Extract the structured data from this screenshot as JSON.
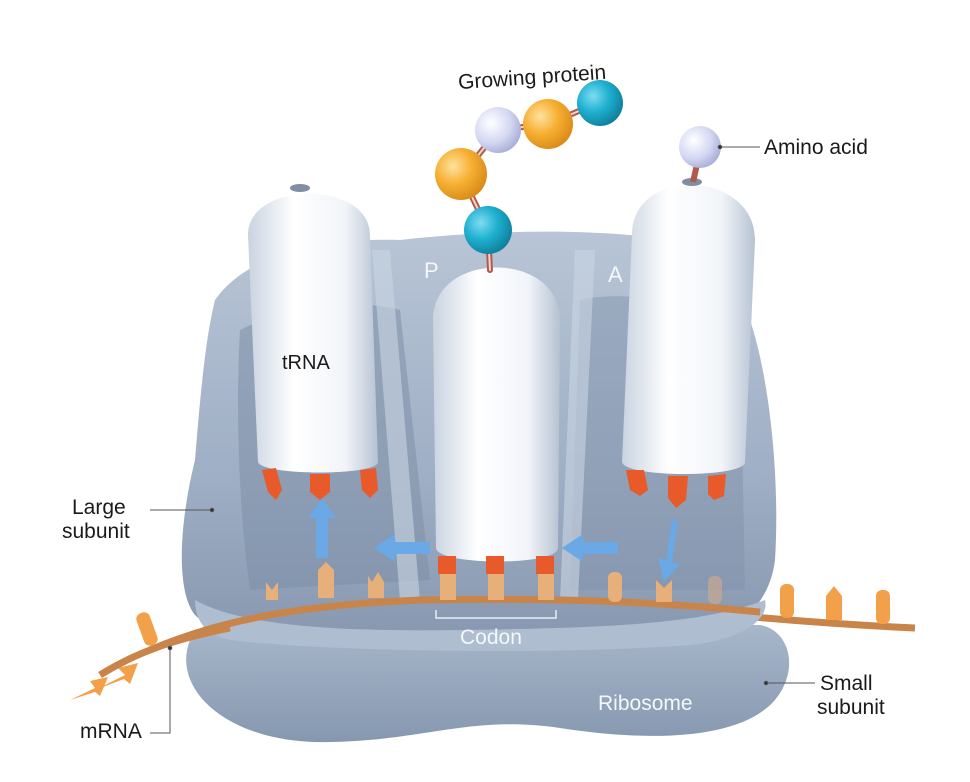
{
  "labels": {
    "growing_protein": "Growing protein",
    "amino_acid": "Amino acid",
    "trna": "tRNA",
    "site_p": "P",
    "site_a": "A",
    "large_subunit_line1": "Large",
    "large_subunit_line2": "subunit",
    "small_subunit_line1": "Small",
    "small_subunit_line2": "subunit",
    "codon": "Codon",
    "ribosome": "Ribosome",
    "mrna": "mRNA"
  },
  "colors": {
    "ribosome": "#9fb0c6",
    "ribosome_dark": "#7f91a9",
    "ribosome_light": "#b9c7d8",
    "trna": "#e9eef5",
    "anticodon": "#e85a2a",
    "mrna": "#f2a04a",
    "arrow": "#6aa8e6",
    "amino_blue": "#1fb0d0",
    "amino_orange": "#f6b032",
    "amino_lavender": "#d4d8f2",
    "peptide_bond": "#b25a4a"
  }
}
